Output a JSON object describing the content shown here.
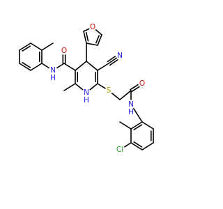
{
  "colors": {
    "bond": "#000000",
    "carbon": "#000000",
    "nitrogen": "#1f1fe6",
    "oxygen": "#e01010",
    "sulfur": "#b3a100",
    "chlorine": "#1fa01f"
  },
  "atoms": [
    {
      "name": "atom-label-O-furan",
      "text": "O",
      "element": "oxygen"
    },
    {
      "name": "atom-label-O-amide",
      "text": "O",
      "element": "oxygen"
    },
    {
      "name": "atom-label-NH-anilide",
      "text": "N",
      "sub": "H",
      "element": "nitrogen"
    },
    {
      "name": "atom-label-N-nitrile",
      "text": "N",
      "element": "nitrogen"
    },
    {
      "name": "atom-label-NH-ring",
      "text": "N",
      "sub": "H",
      "element": "nitrogen"
    },
    {
      "name": "atom-label-S-thioether",
      "text": "S",
      "element": "sulfur"
    },
    {
      "name": "atom-label-O-acetamide",
      "text": "O",
      "element": "oxygen"
    },
    {
      "name": "atom-label-NH-acetamide",
      "text": "N",
      "sub": "H",
      "element": "nitrogen"
    },
    {
      "name": "atom-label-Cl",
      "text": "Cl",
      "element": "chlorine"
    }
  ]
}
